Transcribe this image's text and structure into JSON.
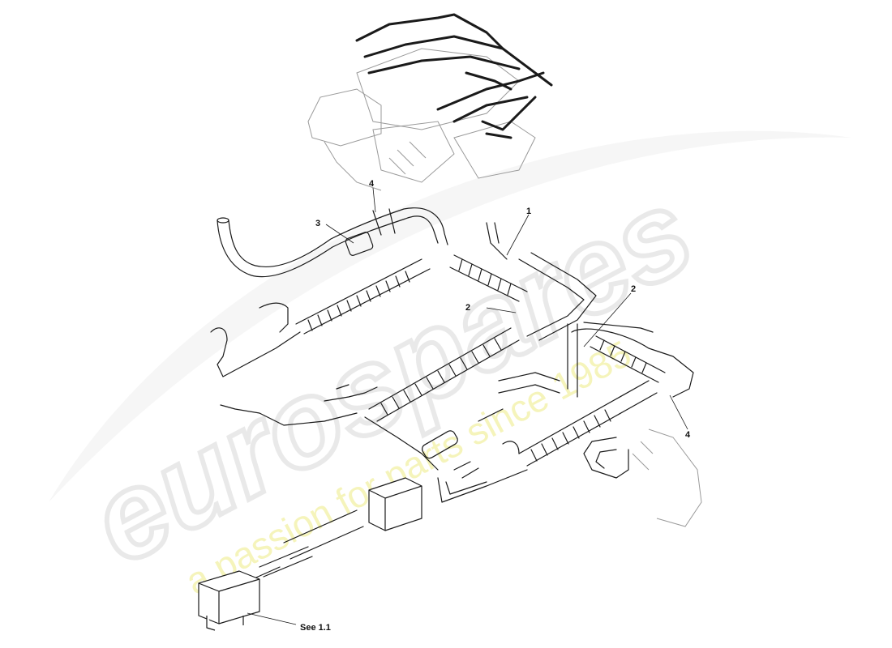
{
  "diagram": {
    "callouts": {
      "c1": "1",
      "c2a": "2",
      "c2b": "2",
      "c3": "3",
      "c4a": "4",
      "c4b": "4",
      "see": "See 1.1"
    }
  },
  "watermark": {
    "brand": "eurospares",
    "tagline": "a passion for parts since 1985"
  },
  "colors": {
    "line": "#1a1a1a",
    "ghost_engine": "#9a9a9a",
    "watermark_text": "#e6e6e6",
    "watermark_tagline": "#f5f3b4"
  }
}
